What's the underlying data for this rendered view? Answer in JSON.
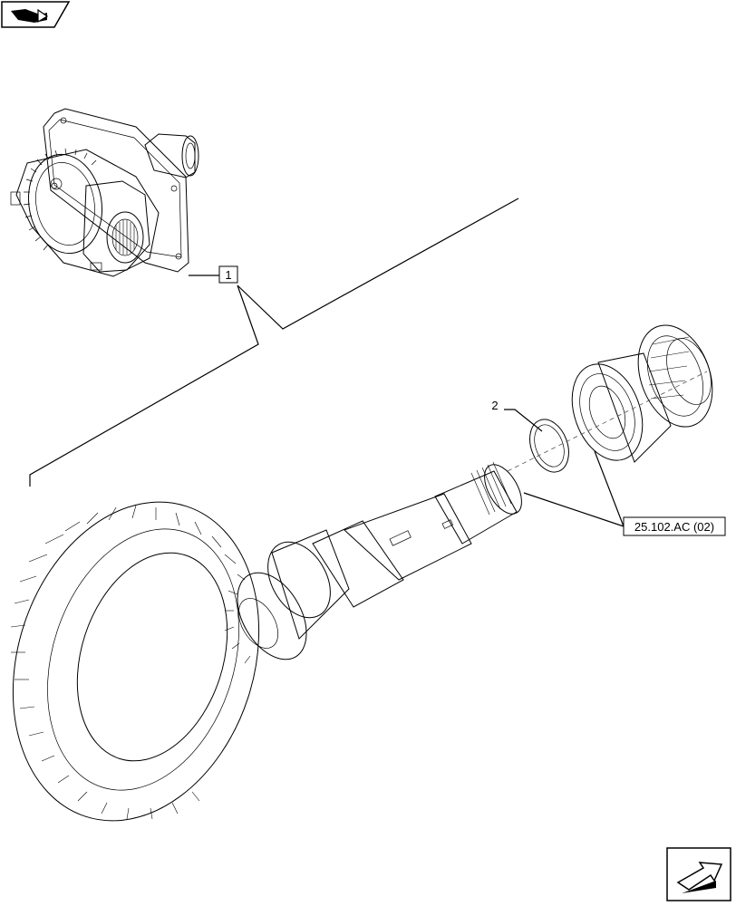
{
  "callouts": {
    "item_1": "1",
    "item_2": "2",
    "reference": "25.102.AC (02)"
  },
  "icons": {
    "top_left": "previous-page-arrow-icon",
    "bottom_right": "next-page-arrow-icon"
  }
}
